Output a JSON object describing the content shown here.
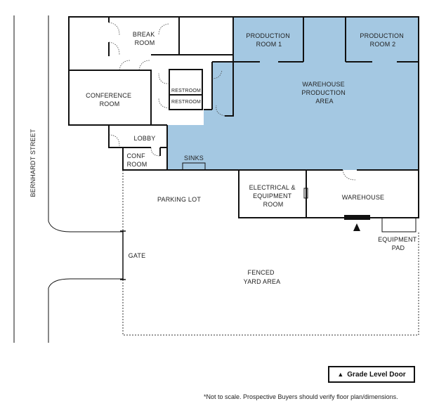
{
  "street": "BERNHARDT STREET",
  "rooms": {
    "break_room": [
      "BREAK",
      "ROOM"
    ],
    "production_room_1": [
      "PRODUCTION",
      "ROOM 1"
    ],
    "production_room_2": [
      "PRODUCTION",
      "ROOM 2"
    ],
    "conference_room": [
      "CONFERENCE",
      "ROOM"
    ],
    "restroom_1": "RESTROOM",
    "restroom_2": "RESTROOM",
    "warehouse_production_area": [
      "WAREHOUSE",
      "PRODUCTION",
      "AREA"
    ],
    "lobby": "LOBBY",
    "conf_room": [
      "CONF",
      "ROOM"
    ],
    "sinks": "SINKS",
    "parking_lot": "PARKING LOT",
    "electrical_equipment_room": [
      "ELECTRICAL &",
      "EQUIPMENT",
      "ROOM"
    ],
    "warehouse": "WAREHOUSE",
    "equipment_pad": [
      "EQUIPMENT",
      "PAD"
    ],
    "gate": "GATE",
    "fenced_yard_area": [
      "FENCED",
      "YARD AREA"
    ]
  },
  "legend": {
    "icon": "triangle-icon",
    "label": "Grade Level Door"
  },
  "footnote": "*Not to scale. Prospective Buyers should verify floor plan/dimensions.",
  "colors": {
    "production_fill": "#a4c8e2",
    "wall": "#111111"
  }
}
